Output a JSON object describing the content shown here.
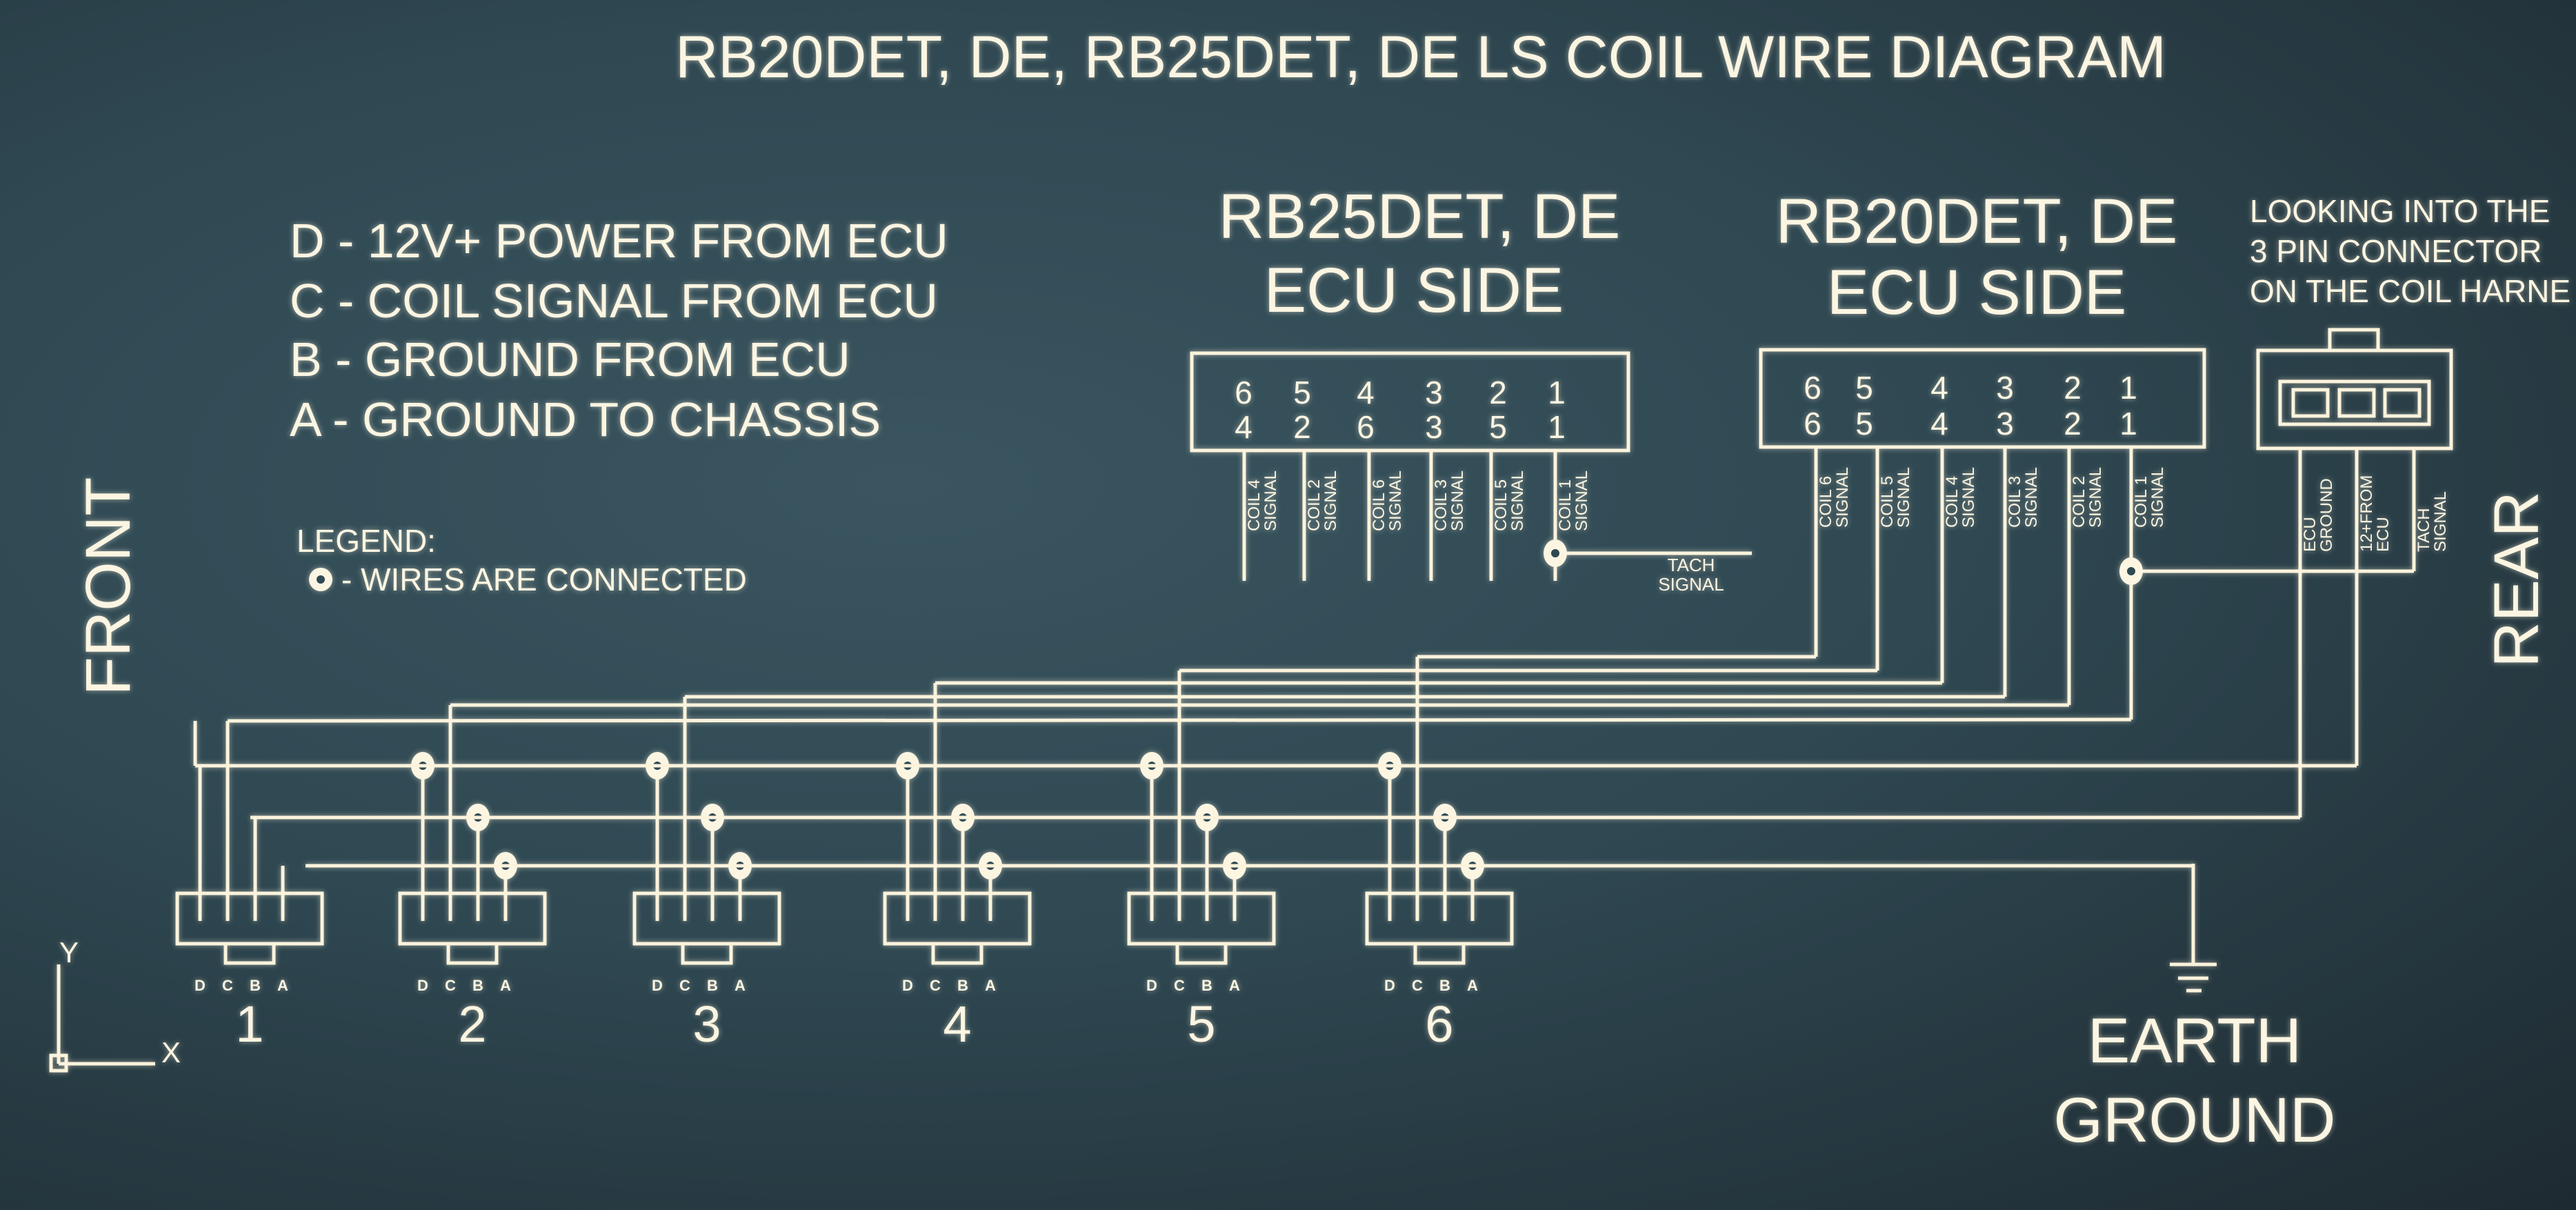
{
  "title": "RB20DET, DE, RB25DET, DE LS COIL WIRE DIAGRAM",
  "orientation": {
    "front": "FRONT",
    "rear": "REAR"
  },
  "pin_key": [
    {
      "pin": "D",
      "text": "D - 12V+ POWER FROM ECU"
    },
    {
      "pin": "C",
      "text": "C - COIL SIGNAL FROM ECU"
    },
    {
      "pin": "B",
      "text": "B - GROUND FROM ECU"
    },
    {
      "pin": "A",
      "text": "A - GROUND TO CHASSIS"
    }
  ],
  "legend": {
    "title": "LEGEND:",
    "items": [
      {
        "icon": "junction-dot-icon",
        "text": "- WIRES ARE CONNECTED"
      }
    ]
  },
  "rb25": {
    "title_line1": "RB25DET, DE",
    "title_line2": "ECU SIDE",
    "connector_top_row": [
      "6",
      "5",
      "4",
      "3",
      "2",
      "1"
    ],
    "connector_bottom_row": [
      "4",
      "2",
      "6",
      "3",
      "5",
      "1"
    ],
    "wire_labels": [
      [
        "COIL 4",
        "SIGNAL"
      ],
      [
        "COIL 2",
        "SIGNAL"
      ],
      [
        "COIL 6",
        "SIGNAL"
      ],
      [
        "COIL 3",
        "SIGNAL"
      ],
      [
        "COIL 5",
        "SIGNAL"
      ],
      [
        "COIL 1",
        "SIGNAL"
      ]
    ],
    "tach_label": [
      "TACH",
      "SIGNAL"
    ]
  },
  "rb20": {
    "title_line1": "RB20DET, DE",
    "title_line2": "ECU SIDE",
    "connector_top_row": [
      "6",
      "5",
      "4",
      "3",
      "2",
      "1"
    ],
    "connector_bottom_row": [
      "6",
      "5",
      "4",
      "3",
      "2",
      "1"
    ],
    "wire_labels": [
      [
        "COIL 6",
        "SIGNAL"
      ],
      [
        "COIL 5",
        "SIGNAL"
      ],
      [
        "COIL 4",
        "SIGNAL"
      ],
      [
        "COIL 3",
        "SIGNAL"
      ],
      [
        "COIL 2",
        "SIGNAL"
      ],
      [
        "COIL 1",
        "SIGNAL"
      ]
    ]
  },
  "harness": {
    "title_lines": [
      "LOOKING INTO THE",
      "3 PIN CONNECTOR",
      "ON THE COIL HARNE"
    ],
    "pin_labels": [
      [
        "ECU",
        "GROUND"
      ],
      [
        "12+FROM",
        "ECU"
      ],
      [
        "TACH",
        "SIGNAL"
      ]
    ]
  },
  "coils": [
    {
      "number": "1",
      "pins": [
        "D",
        "C",
        "B",
        "A"
      ]
    },
    {
      "number": "2",
      "pins": [
        "D",
        "C",
        "B",
        "A"
      ]
    },
    {
      "number": "3",
      "pins": [
        "D",
        "C",
        "B",
        "A"
      ]
    },
    {
      "number": "4",
      "pins": [
        "D",
        "C",
        "B",
        "A"
      ]
    },
    {
      "number": "5",
      "pins": [
        "D",
        "C",
        "B",
        "A"
      ]
    },
    {
      "number": "6",
      "pins": [
        "D",
        "C",
        "B",
        "A"
      ]
    }
  ],
  "earth_ground": [
    "EARTH",
    "GROUND"
  ],
  "ucs": {
    "x": "X",
    "y": "Y"
  }
}
